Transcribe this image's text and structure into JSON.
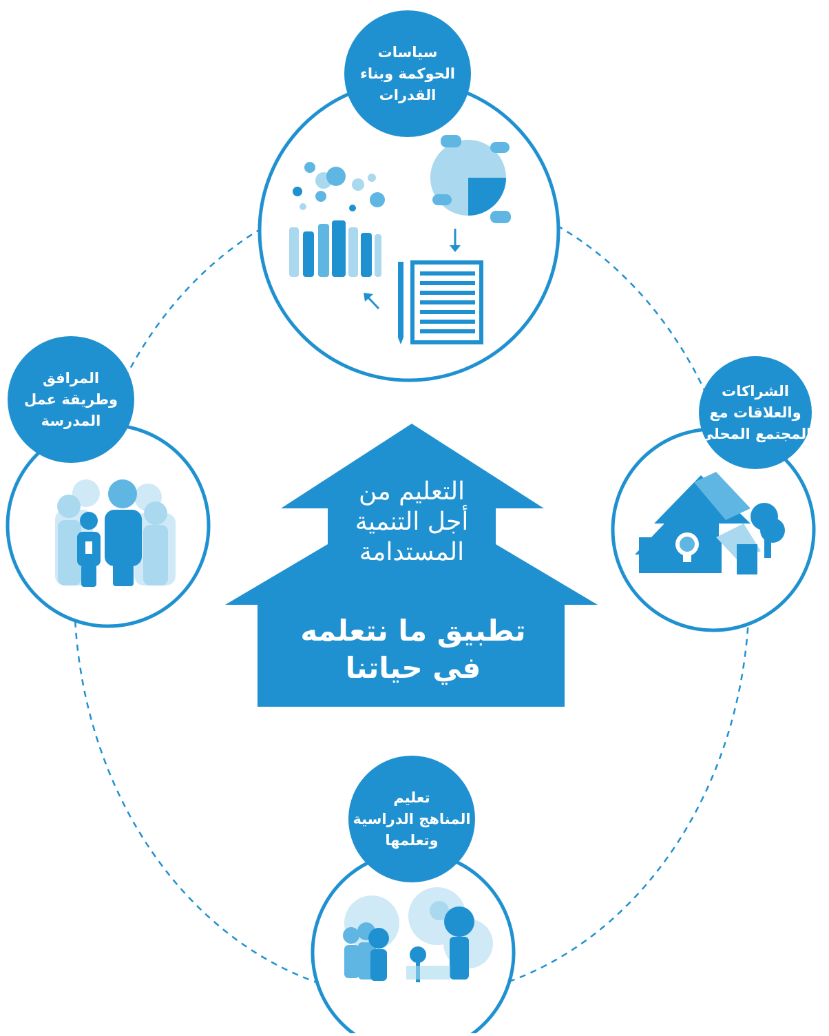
{
  "colors": {
    "primary": "#2091d0",
    "light": "#a9d8ef",
    "mid": "#5fb6e2",
    "background": "#ffffff"
  },
  "house": {
    "title": "التعليم من\nأجل  التنمية\nالمستدامة",
    "motto": "تطبيق ما نتعلمه\nفي حياتنا"
  },
  "pillars": {
    "governance": {
      "label": "سياسات\nالحوكمة وبناء\nالقدرات",
      "icon": "governance-puzzle-hands-document-icon"
    },
    "partnerships": {
      "label": "الشراكات\nوالعلاقات مع\nالمجتمع المحلي",
      "icon": "community-house-solar-icon"
    },
    "curriculum": {
      "label": "تعليم\nالمناهج الدراسية\nوتعلمها",
      "icon": "outdoor-learning-people-icon"
    },
    "facilities": {
      "label": "المرافق\nوطريقة عمل\nالمدرسة",
      "icon": "school-people-icon"
    }
  }
}
